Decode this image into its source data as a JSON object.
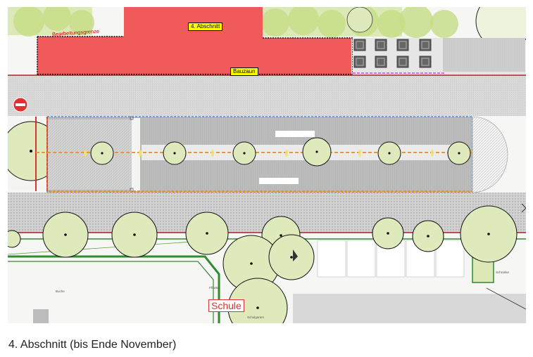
{
  "map": {
    "labels": {
      "section": "4. Abschnitt",
      "boundary": "Bearbeitungsgrenze",
      "fence": "Bauzaun",
      "school": "Schule",
      "beech": "Buche",
      "paving": "Pflaster",
      "school_garden": "Schulgarten",
      "barrier": "Schranke"
    },
    "colors": {
      "work_area": "#f05a5a",
      "tree_canopy": "#dfeabc",
      "hedge": "#c6dd86",
      "road": "#d5d5d5",
      "parking": "#b8b8b8",
      "lane_marker": "#f0962a",
      "boundary_line": "#d62020",
      "magenta_line": "#e020e0",
      "blue_line": "#3a7bd5"
    },
    "icons": [
      "no-entry-sign-icon",
      "one-way-arrow-icon",
      "tree-icon",
      "drain-grate-icon"
    ]
  },
  "caption": "4. Abschnitt (bis Ende November)"
}
